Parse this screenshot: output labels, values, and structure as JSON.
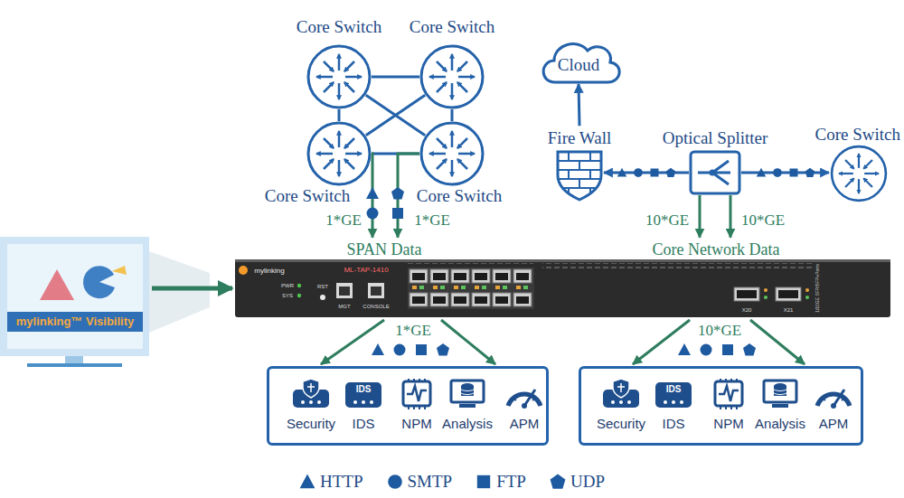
{
  "diagram": {
    "nodes": [
      {
        "text": [
          "Core Switch"
        ]
      },
      {
        "text": [
          "Core Switch"
        ]
      },
      {
        "text": [
          "Cloud"
        ]
      },
      {
        "text": [
          "Fire Wall"
        ]
      },
      {
        "text": [
          "Optical Splitter"
        ]
      },
      {
        "text": [
          "Core Switch"
        ]
      },
      {
        "text": [
          "Core Switch"
        ]
      },
      {
        "text": [
          "Core Switch"
        ]
      },
      {
        "text": [
          "mylinking™ Visibility"
        ]
      },
      {
        "text": [
          "mylinking",
          "ML-TAP-1410",
          "PWR",
          "SYS",
          "RST",
          "MGT",
          "CONSOLE",
          "X20",
          "X21",
          "1/10GE SFP/SFP+Ports"
        ]
      },
      {
        "text": []
      },
      {
        "text": [
          "Security"
        ],
        "in": 10
      },
      {
        "text": [
          "IDS",
          "IDS"
        ],
        "in": 10
      },
      {
        "text": [
          "NPM"
        ],
        "in": 10
      },
      {
        "text": [
          "Analysis"
        ],
        "in": 10
      },
      {
        "text": [
          "APM"
        ],
        "in": 10
      },
      {
        "text": []
      },
      {
        "text": [
          "Security"
        ],
        "in": 16
      },
      {
        "text": [
          "IDS",
          "IDS"
        ],
        "in": 16
      },
      {
        "text": [
          "NPM"
        ],
        "in": 16
      },
      {
        "text": [
          "Analysis"
        ],
        "in": 16
      },
      {
        "text": [
          "APM"
        ],
        "in": 16
      }
    ],
    "edges": [
      {
        "from": 0,
        "to": 1,
        "arrow": "none"
      },
      {
        "from": 0,
        "to": 6,
        "arrow": "none"
      },
      {
        "from": 1,
        "to": 7,
        "arrow": "none"
      },
      {
        "from": 6,
        "to": 7,
        "arrow": "none"
      },
      {
        "from": 0,
        "to": 7,
        "arrow": "none"
      },
      {
        "from": 1,
        "to": 6,
        "arrow": "none"
      },
      {
        "from": 6,
        "to": 9,
        "arrow": "to",
        "label": "1*GE"
      },
      {
        "from": 7,
        "to": 9,
        "arrow": "to",
        "label": "1*GE"
      },
      {
        "from": 8,
        "to": 9,
        "arrow": "to"
      },
      {
        "from": 3,
        "to": 2,
        "arrow": "to"
      },
      {
        "from": 4,
        "to": 3,
        "arrow": "to"
      },
      {
        "from": 4,
        "to": 5,
        "arrow": "to"
      },
      {
        "from": 4,
        "to": 9,
        "arrow": "to",
        "label": "10*GE"
      },
      {
        "from": 4,
        "to": 9,
        "arrow": "to",
        "label": "10*GE"
      },
      {
        "from": 9,
        "to": 10,
        "arrow": "to",
        "label": "1*GE"
      },
      {
        "from": 9,
        "to": 16,
        "arrow": "to",
        "label": "10*GE"
      }
    ],
    "labels": [
      "SPAN Data",
      "Core Network Data"
    ],
    "legend": [
      {
        "text": "HTTP"
      },
      {
        "text": "SMTP"
      },
      {
        "text": "FTP"
      },
      {
        "text": "UDP"
      }
    ]
  }
}
